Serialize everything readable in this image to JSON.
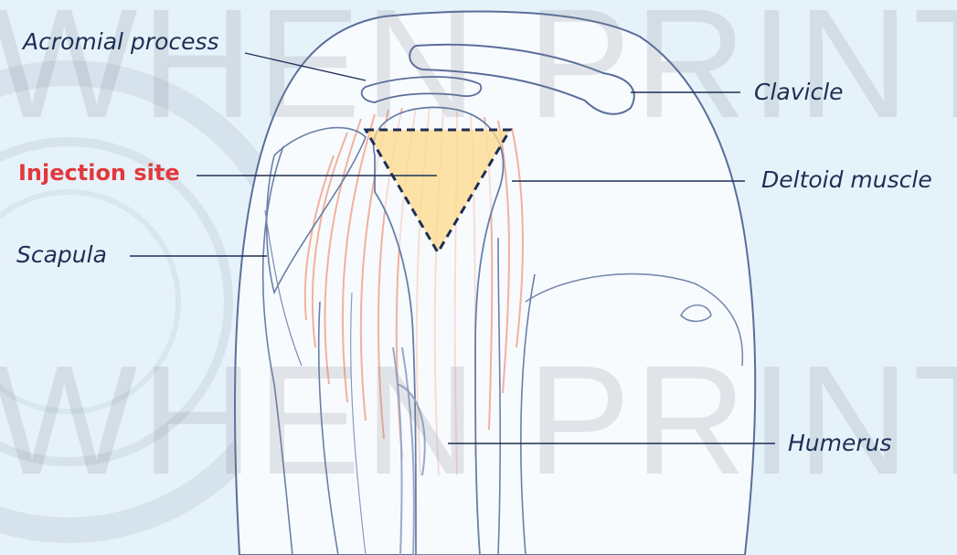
{
  "labels": {
    "acromial_process": "Acromial process",
    "clavicle": "Clavicle",
    "injection_site": "Injection site",
    "deltoid_muscle": "Deltoid muscle",
    "scapula": "Scapula",
    "humerus": "Humerus"
  },
  "watermark": {
    "text": "WHEN PRINTE"
  },
  "colors": {
    "background": "#e6f2fa",
    "label_text": "#1e2f55",
    "highlight_text": "#e2383c",
    "muscle_fibers": "#f3a58c",
    "injection_fill": "#ffd98a",
    "outline": "#5a6e9a"
  }
}
